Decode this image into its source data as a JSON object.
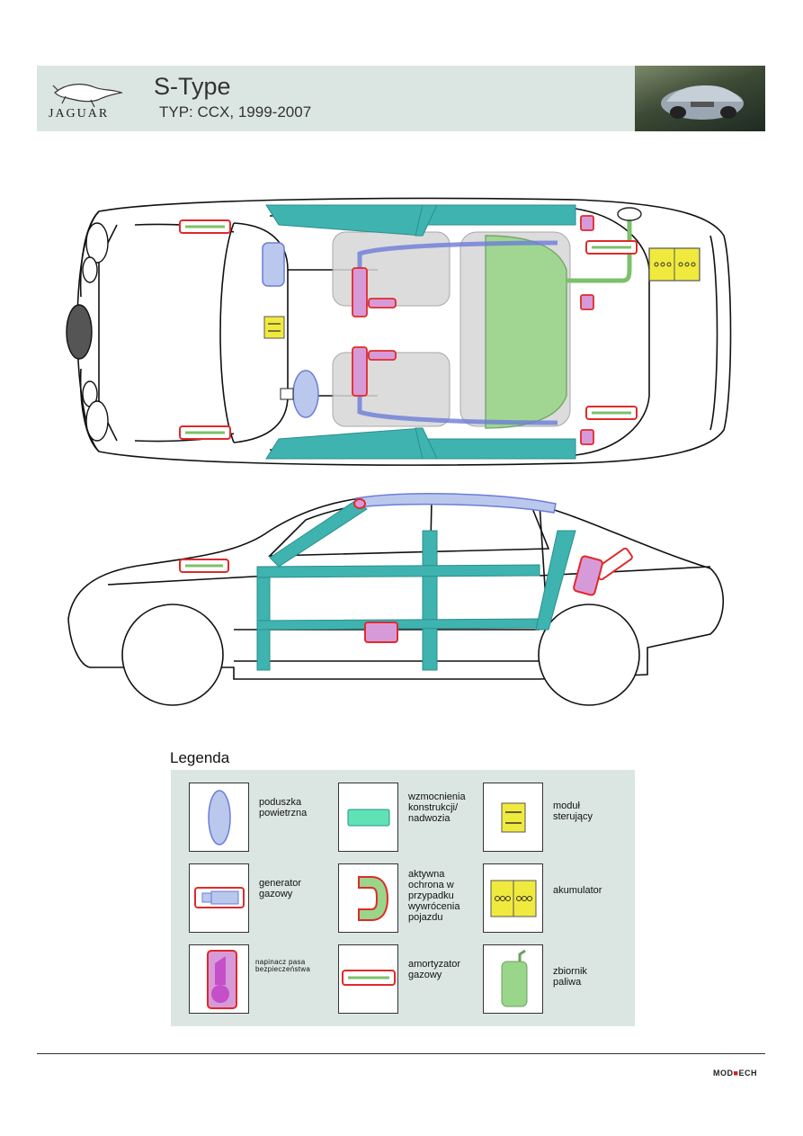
{
  "header": {
    "brand": "JAGUAR",
    "model": "S-Type",
    "typ": "TYP: CCX, 1999-2007"
  },
  "legend": {
    "title": "Legenda",
    "items": [
      {
        "icon": "airbag-icon",
        "label": "poduszka\npowietrzna"
      },
      {
        "icon": "reinforcement-icon",
        "label": "wzmocnienia\nkonstrukcji/\nnadwozia"
      },
      {
        "icon": "control-module-icon",
        "label": "moduł sterujący"
      },
      {
        "icon": "gas-generator-icon",
        "label": "generator\ngazowy"
      },
      {
        "icon": "rollover-protection-icon",
        "label": "aktywna\nochrona w\nprzypadku\nwywrócenia\npojazdu"
      },
      {
        "icon": "battery-icon",
        "label": "akumulator"
      },
      {
        "icon": "belt-tensioner-icon",
        "label": "napinacz pasa\nbezpieczeństwa"
      },
      {
        "icon": "gas-strut-icon",
        "label": "amortyzator\ngazowy"
      },
      {
        "icon": "fuel-tank-icon",
        "label": "zbiornik paliwa"
      }
    ]
  },
  "footer": {
    "logo_left": "MOD",
    "logo_right": "ECH"
  },
  "colors": {
    "reinforcement": "#3fb3b0",
    "airbag": "#b9c8ec",
    "generator_outline": "#e02a2a",
    "fuel_tank": "#9ad68a",
    "module": "#f1ea3e",
    "tensioner": "#d79ad9",
    "panel": "#dbe6e3"
  }
}
